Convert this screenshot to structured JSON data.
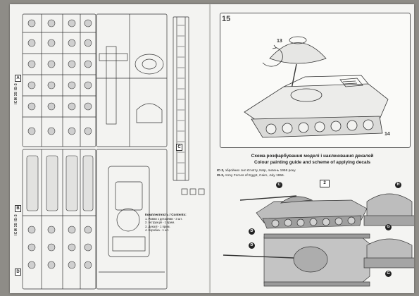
{
  "left_page": {
    "sprue_labels": {
      "a": "A",
      "b": "B",
      "c": "C",
      "d": "D"
    },
    "sprue_code_a": "ICM 35 IS-3",
    "sprue_code_b": "ICM 35 IS-3",
    "contents": {
      "title": "Комплектність / Contents:",
      "lines": [
        "1. Рамки з деталями - 3 шт.",
        "2. Інструкція - 1 прим.",
        "3. Декалі - 1 прим.",
        "4. Коробка - 1 шт."
      ]
    }
  },
  "right_page": {
    "step_number": "15",
    "callout_13": "13",
    "callout_14": "14",
    "painting_title": "Схема розфарбування моделі і наклеювання декалей",
    "painting_subtitle_1": "Colour painting guide and scheme of applying decals",
    "note_1_id": "ІС-3,",
    "note_1_text": " збройних сил Єгипту, Каїр, липень 1956 року.",
    "note_2_id": "IS-3,",
    "note_2_text": " Army Forces of Egypt, Cairo, July 1956.",
    "decal_number": "2",
    "color_codes": {
      "c": "C",
      "h": "H",
      "g": "G",
      "d": "D"
    }
  },
  "colors": {
    "page": "#f3f3f1",
    "background": "#8e8c87",
    "line": "#333333",
    "fill_grey": "#bdbdbd"
  }
}
